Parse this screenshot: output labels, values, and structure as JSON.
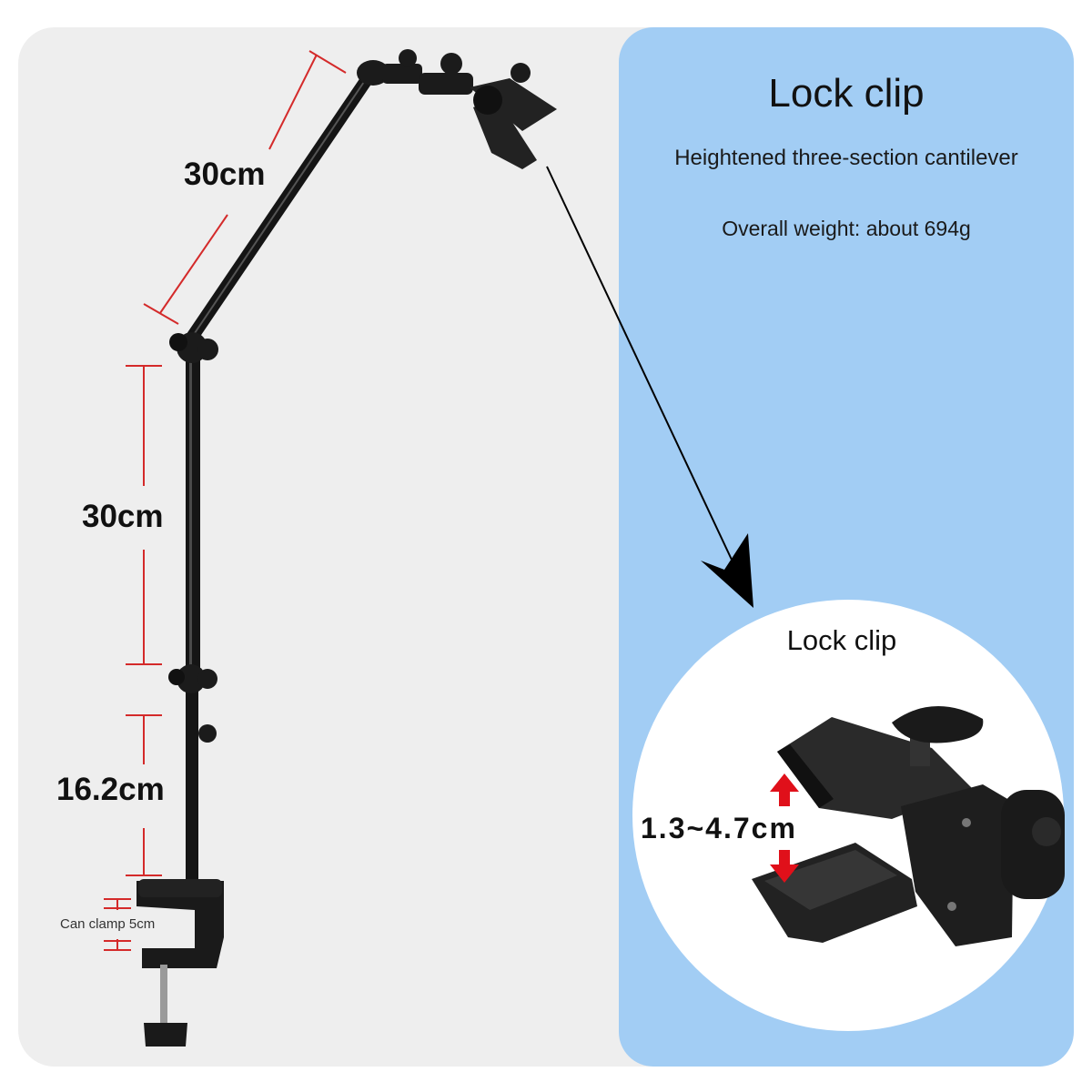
{
  "panel": {
    "title": "Lock clip",
    "subtitle": "Heightened three-section cantilever",
    "weight": "Overall weight: about 694g"
  },
  "detail": {
    "title": "Lock clip",
    "range": "1.3~4.7cm"
  },
  "dimensions": {
    "top_arm": "30cm",
    "middle_arm": "30cm",
    "lower_arm": "16.2cm",
    "clamp": "Can clamp 5cm"
  },
  "colors": {
    "left_panel": "#eeeeee",
    "right_panel": "#a2cdf4",
    "dimension_red": "#d42a2a",
    "arm_black": "#151515",
    "arrow_red": "#e0101a"
  }
}
